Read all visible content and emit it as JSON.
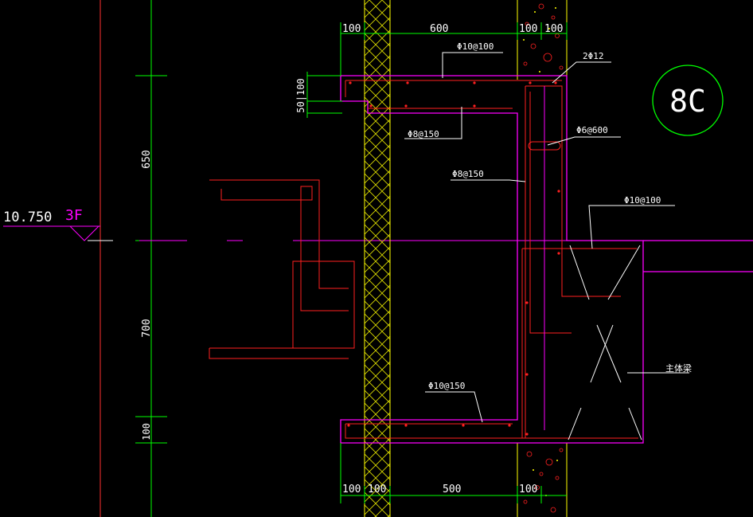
{
  "colors": {
    "background": "#000000",
    "dimension": "#00ff00",
    "concrete": "#ff00ff",
    "rebar": "#ff2020",
    "text": "#ffffff",
    "wall_hatch": "#d8d800",
    "column_hatch": "#ffff00",
    "grid_line": "#ff3030",
    "level_line": "#ff00ff"
  },
  "level": {
    "elevation": "10.750",
    "floor": "3F"
  },
  "detail_tag": "8C",
  "dimensions": {
    "top_100_left": "100",
    "top_600": "600",
    "top_100_mid": "100",
    "top_100_right": "100",
    "left_50_100": "50|100",
    "vert_650": "650",
    "vert_700": "700",
    "vert_100": "100",
    "bottom_100_a": "100",
    "bottom_100_b": "100",
    "bottom_500": "500",
    "bottom_100_c": "100"
  },
  "rebar_labels": {
    "top_slab": "Φ10@100",
    "corner_bars": "2Φ12",
    "upper_slab_lower": "Φ8@150",
    "stirrup": "Φ6@600",
    "vertical_wall": "Φ8@150",
    "beam_top": "Φ10@100",
    "bottom_slab": "Φ10@150"
  },
  "beam_label": "主体梁"
}
